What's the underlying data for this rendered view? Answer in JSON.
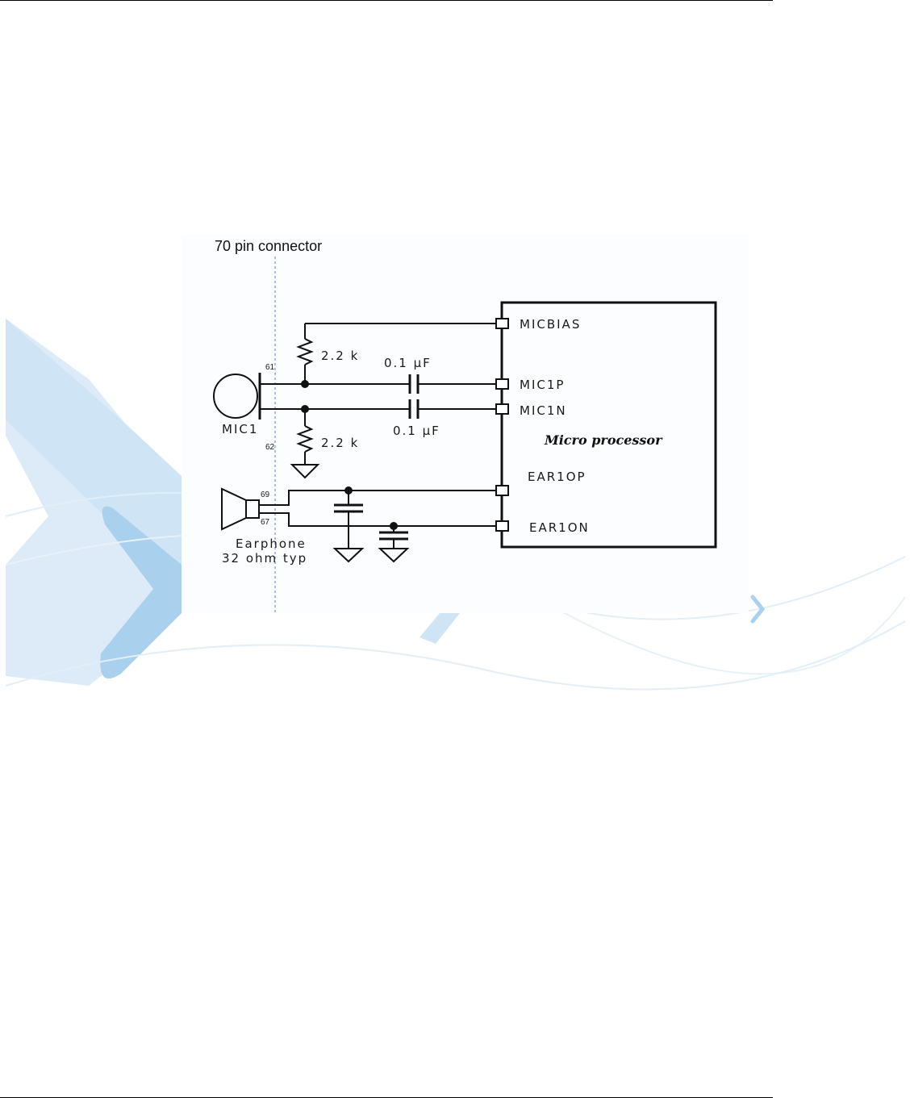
{
  "page": {
    "header_rule": "",
    "footer_rule": ""
  },
  "diagram": {
    "connector_title": "70 pin connector",
    "mic_label": "MIC1",
    "pin_61": "61",
    "pin_62": "62",
    "pin_69": "69",
    "pin_67": "67",
    "resistor_top": "2.2 k",
    "resistor_bottom": "2.2 k",
    "cap_top": "0.1 µF",
    "cap_bottom": "0.1 µF",
    "earphone_line1": "Earphone",
    "earphone_line2": "32 ohm typ",
    "processor_label": "Micro processor",
    "processor_pins": {
      "micbias": "MICBIAS",
      "mic1p": "MIC1P",
      "mic1n": "MIC1N",
      "ear1op": "EAR1OP",
      "ear1on": "EAR1ON"
    }
  },
  "colors": {
    "watermark_blue": "#7fb8e0",
    "watermark_light": "#d6e9f6",
    "ink": "#111111",
    "dashed_line": "#5b7fc0"
  }
}
